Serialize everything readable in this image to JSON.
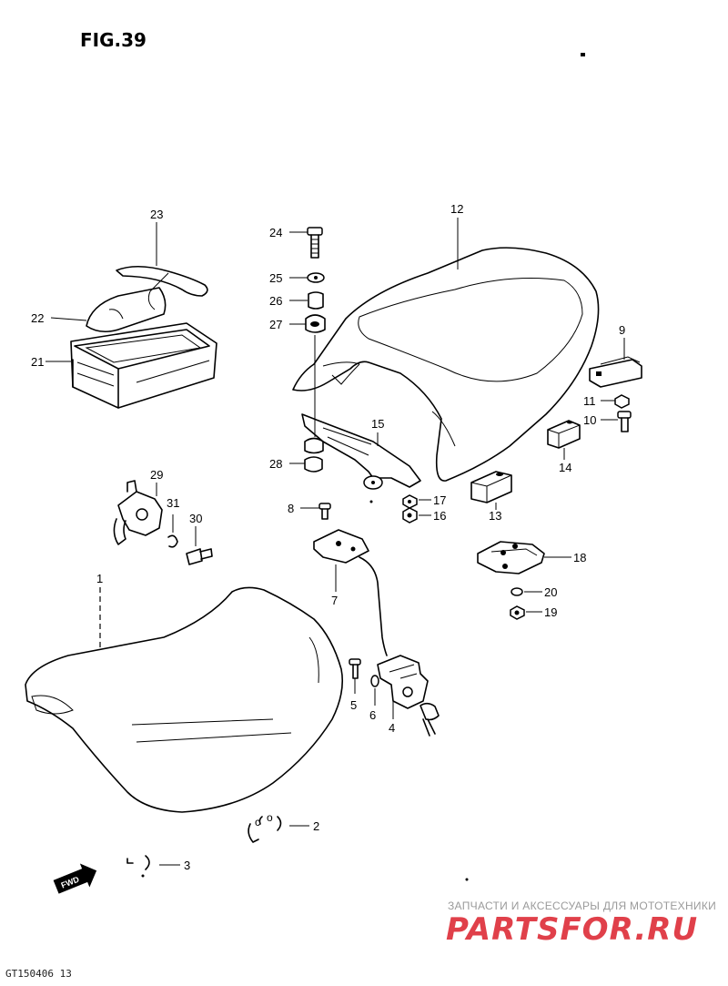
{
  "figure": {
    "title": "FIG.39",
    "code": "GT150406 13"
  },
  "callouts": [
    "1",
    "2",
    "3",
    "4",
    "5",
    "6",
    "7",
    "8",
    "9",
    "10",
    "11",
    "12",
    "13",
    "14",
    "15",
    "16",
    "17",
    "18",
    "19",
    "20",
    "21",
    "22",
    "23",
    "24",
    "25",
    "26",
    "27",
    "28",
    "29",
    "30",
    "31"
  ],
  "fwd_label": "FWD",
  "watermark": {
    "tagline": "ЗАПЧАСТИ И АКСЕССУАРЫ ДЛЯ МОТОТЕХНИКИ",
    "logo": "PARTSFOR.RU",
    "logo_color": "#e0404a"
  }
}
